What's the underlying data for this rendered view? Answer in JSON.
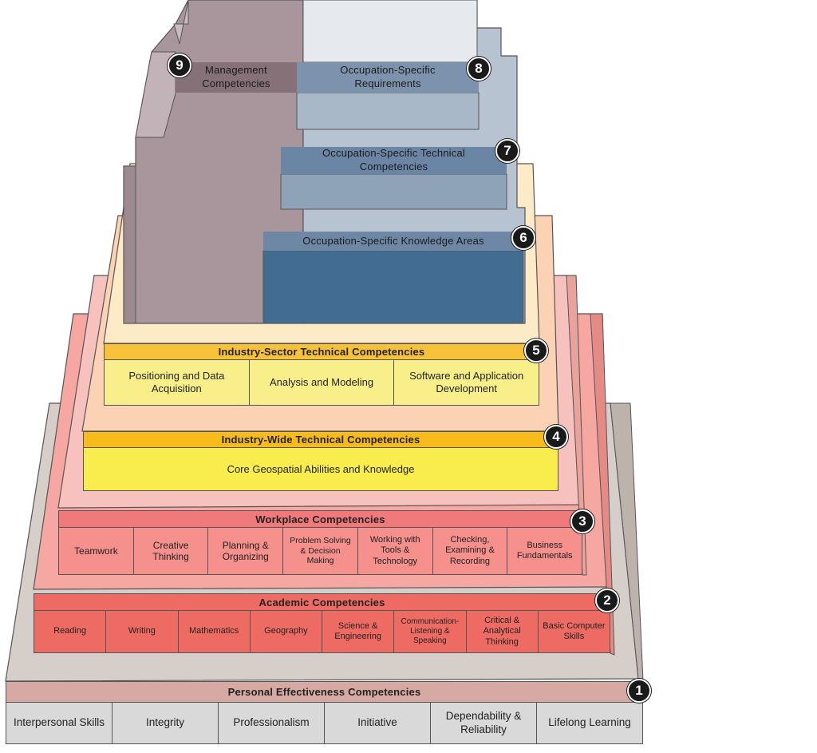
{
  "tiers": {
    "t1": {
      "number": "1",
      "title": "Personal Effectiveness Competencies",
      "cells": [
        "Interpersonal Skills",
        "Integrity",
        "Professionalism",
        "Initiative",
        "Dependability & Reliability",
        "Lifelong Learning"
      ]
    },
    "t2": {
      "number": "2",
      "title": "Academic Competencies",
      "cells": [
        "Reading",
        "Writing",
        "Mathematics",
        "Geography",
        "Science & Engineering",
        "Communication- Listening & Speaking",
        "Critical & Analytical Thinking",
        "Basic Computer Skills"
      ]
    },
    "t3": {
      "number": "3",
      "title": "Workplace Competencies",
      "cells": [
        "Teamwork",
        "Creative Thinking",
        "Planning & Organizing",
        "Problem Solving & Decision Making",
        "Working with Tools & Technology",
        "Checking, Examining & Recording",
        "Business Fundamentals"
      ]
    },
    "t4": {
      "number": "4",
      "title": "Industry-Wide Technical Competencies",
      "cells": [
        "Core Geospatial Abilities and Knowledge"
      ]
    },
    "t5": {
      "number": "5",
      "title": "Industry-Sector Technical Competencies",
      "cells": [
        "Positioning and Data Acquisition",
        "Analysis and Modeling",
        "Software and Application Development"
      ]
    },
    "t6": {
      "number": "6",
      "title": "Occupation-Specific Knowledge Areas"
    },
    "t7": {
      "number": "7",
      "title": "Occupation-Specific Technical Competencies"
    },
    "t8": {
      "number": "8",
      "title": "Occupation-Specific Requirements"
    },
    "t9": {
      "number": "9",
      "title": "Management Competencies"
    }
  }
}
